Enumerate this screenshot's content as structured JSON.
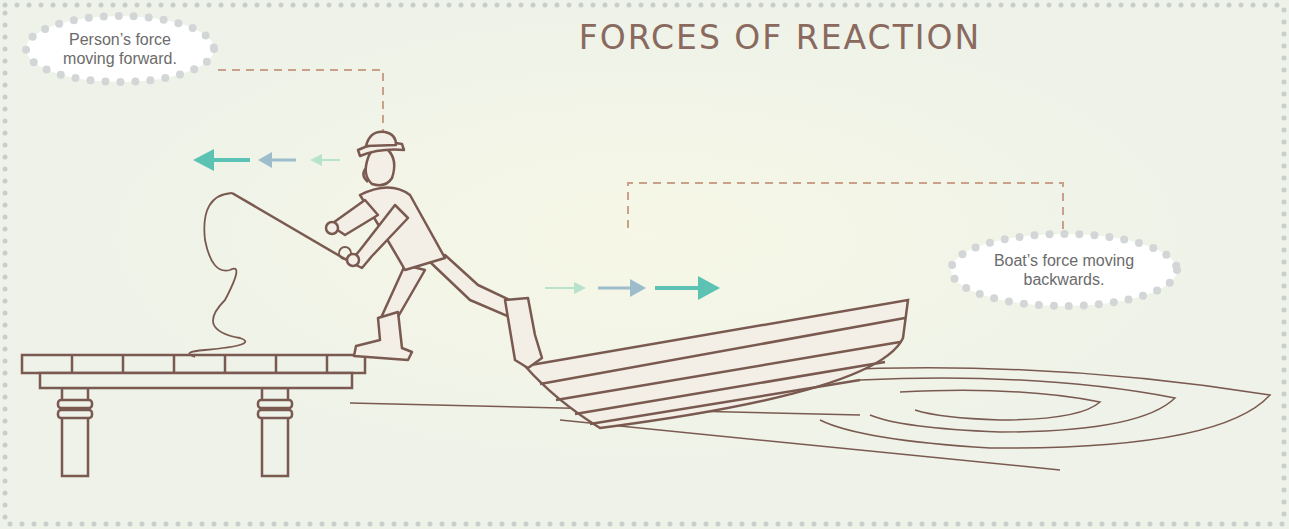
{
  "diagram": {
    "title": "FORCES OF REACTION",
    "nodes": [
      {
        "text": [
          "Person’s force moving forward."
        ]
      },
      {
        "text": [
          "Boat’s force moving backwards."
        ]
      }
    ]
  }
}
